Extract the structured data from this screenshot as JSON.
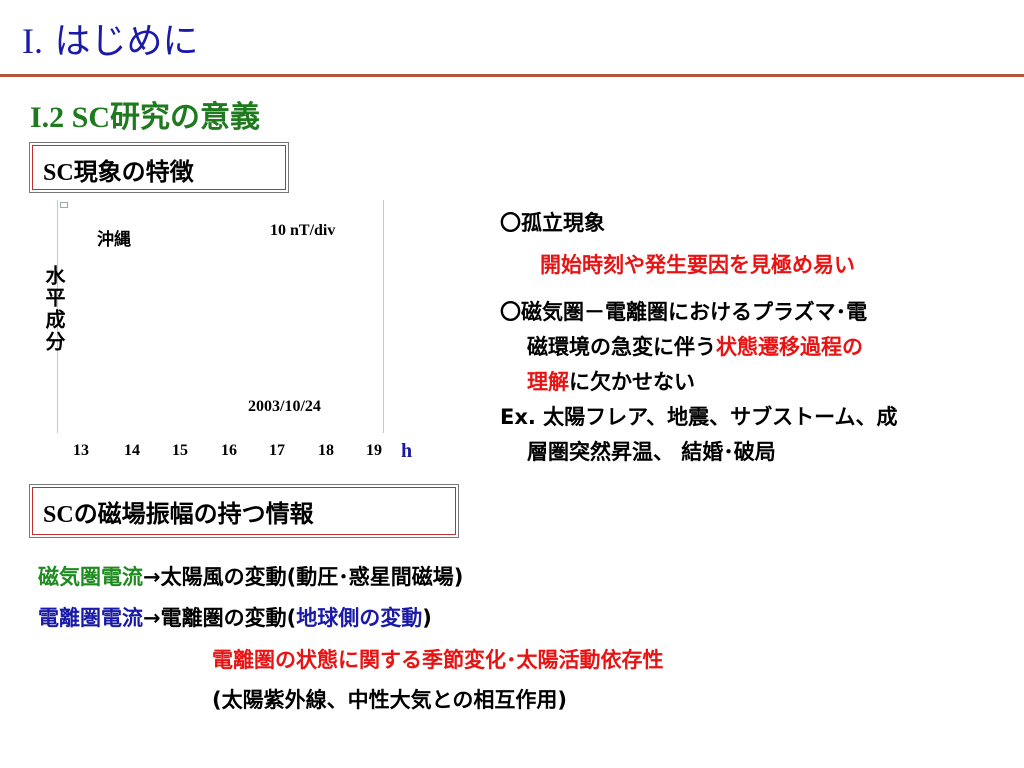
{
  "title": "I. はじめに",
  "title_prefix": "I.",
  "title_main": "はじめに",
  "subtitle": "I.2 SC研究の意義",
  "subtitle_prefix": "I.2 SC",
  "subtitle_main": "研究の意義",
  "box1": {
    "prefix": "SC",
    "text": "現象の特徴"
  },
  "box2": {
    "prefix": "SC",
    "text": "の磁場振幅の持つ情報"
  },
  "chart": {
    "station": "沖縄",
    "scale": "10 nT/div",
    "date": "2003/10/24",
    "ylabel": "水平成分",
    "unit": "h",
    "ticks": [
      "13",
      "14",
      "15",
      "16",
      "17",
      "18",
      "19"
    ]
  },
  "right": {
    "l1": "〇孤立現象",
    "l2": "開始時刻や発生要因を見極め易い",
    "l3": "〇磁気圏－電離圏におけるプラズマ･電",
    "l4_a": "磁環境の急変に伴う",
    "l4_b": "状態遷移過程の",
    "l5_a": "理解",
    "l5_b": "に欠かせない",
    "l6": "Ex. 太陽フレア、地震、サブストーム、成",
    "l7": "層圏突然昇温、 結婚･破局"
  },
  "bottom": {
    "b1_a": "磁気圏電流",
    "b1_b": "→太陽風の変動(動圧･惑星間磁場)",
    "b2_a": "電離圏電流",
    "b2_b": "→電離圏の変動(",
    "b2_c": "地球側の変動",
    "b2_d": ")",
    "b3": "電離圏の状態に関する季節変化･太陽活動依存性",
    "b4": "(太陽紫外線、中性大気との相互作用)"
  },
  "colors": {
    "title": "#1a1aa6",
    "rule": "#b4583a",
    "subtitle": "#1f7a1f",
    "emphasis_red": "#e81414",
    "emphasis_green": "#1f8a1f",
    "emphasis_blue": "#1a1aa6"
  }
}
